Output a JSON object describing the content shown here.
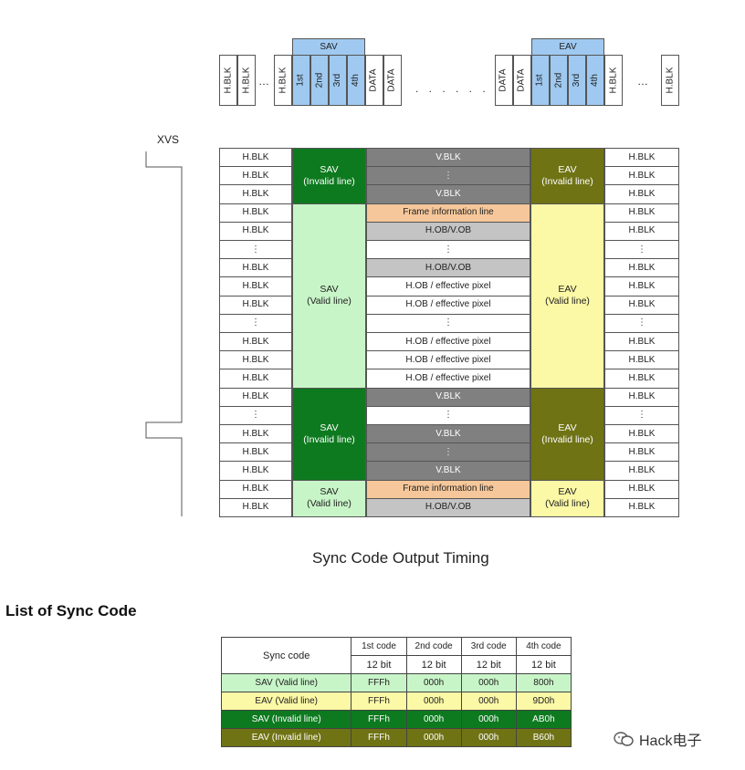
{
  "top_strip": {
    "sav_label": "SAV",
    "eav_label": "EAV",
    "left_cells": [
      "H.BLK",
      "H.BLK"
    ],
    "ellipsis": "…",
    "sav_seq": [
      "H.BLK",
      "1st",
      "2nd",
      "3rd",
      "4th",
      "DATA",
      "DATA"
    ],
    "mid_dots": ". . . . . . .",
    "eav_seq": [
      "DATA",
      "DATA",
      "1st",
      "2nd",
      "3rd",
      "4th",
      "H.BLK"
    ],
    "right_cells": [
      "H.BLK"
    ]
  },
  "xvs_label": "XVS",
  "grid": {
    "rows": [
      {
        "l": "H.BLK",
        "c": "V.BLK",
        "ct": "vblk",
        "r": "H.BLK"
      },
      {
        "l": "H.BLK",
        "c": "⋮",
        "ct": "vblk",
        "r": "H.BLK"
      },
      {
        "l": "H.BLK",
        "c": "V.BLK",
        "ct": "vblk",
        "r": "H.BLK"
      },
      {
        "l": "H.BLK",
        "c": "Frame information line",
        "ct": "frame",
        "r": "H.BLK"
      },
      {
        "l": "H.BLK",
        "c": "H.OB/V.OB",
        "ct": "hob",
        "r": "H.BLK"
      },
      {
        "l": "⋮",
        "c": "⋮",
        "ct": "white",
        "r": "⋮"
      },
      {
        "l": "H.BLK",
        "c": "H.OB/V.OB",
        "ct": "hob",
        "r": "H.BLK"
      },
      {
        "l": "H.BLK",
        "c": "H.OB / effective pixel",
        "ct": "white",
        "r": "H.BLK"
      },
      {
        "l": "H.BLK",
        "c": "H.OB / effective pixel",
        "ct": "white",
        "r": "H.BLK"
      },
      {
        "l": "⋮",
        "c": "⋮",
        "ct": "white",
        "r": "⋮"
      },
      {
        "l": "H.BLK",
        "c": "H.OB / effective pixel",
        "ct": "white",
        "r": "H.BLK"
      },
      {
        "l": "H.BLK",
        "c": "H.OB / effective pixel",
        "ct": "white",
        "r": "H.BLK"
      },
      {
        "l": "H.BLK",
        "c": "H.OB / effective pixel",
        "ct": "white",
        "r": "H.BLK"
      },
      {
        "l": "H.BLK",
        "c": "V.BLK",
        "ct": "vblk",
        "r": "H.BLK"
      },
      {
        "l": "⋮",
        "c": "⋮",
        "ct": "white",
        "r": "⋮"
      },
      {
        "l": "H.BLK",
        "c": "V.BLK",
        "ct": "vblk",
        "r": "H.BLK"
      },
      {
        "l": "H.BLK",
        "c": "⋮",
        "ct": "vblk",
        "r": "H.BLK"
      },
      {
        "l": "H.BLK",
        "c": "V.BLK",
        "ct": "vblk",
        "r": "H.BLK"
      },
      {
        "l": "H.BLK",
        "c": "Frame information line",
        "ct": "frame",
        "r": "H.BLK"
      },
      {
        "l": "H.BLK",
        "c": "H.OB/V.OB",
        "ct": "hob",
        "r": "H.BLK"
      }
    ],
    "sav_blocks": [
      {
        "text": "SAV\n(Invalid line)",
        "from": 0,
        "span": 3,
        "kind": "invalid"
      },
      {
        "text": "SAV\n(Valid line)",
        "from": 3,
        "span": 10,
        "kind": "valid"
      },
      {
        "text": "SAV\n(Invalid line)",
        "from": 13,
        "span": 5,
        "kind": "invalid"
      },
      {
        "text": "SAV\n(Valid line)",
        "from": 18,
        "span": 2,
        "kind": "valid"
      }
    ],
    "eav_blocks": [
      {
        "text": "EAV\n(Invalid line)",
        "from": 0,
        "span": 3,
        "kind": "invalid"
      },
      {
        "text": "EAV\n(Valid line)",
        "from": 3,
        "span": 10,
        "kind": "valid"
      },
      {
        "text": "EAV\n(Invalid line)",
        "from": 13,
        "span": 5,
        "kind": "invalid"
      },
      {
        "text": "EAV\n(Valid line)",
        "from": 18,
        "span": 2,
        "kind": "valid"
      }
    ]
  },
  "timing_title": "Sync Code Output Timing",
  "list_heading": "List of Sync Code",
  "sync_table": {
    "header_label": "Sync code",
    "code_headers": [
      "1st code",
      "2nd code",
      "3rd code",
      "4th code"
    ],
    "bit_labels": [
      "12 bit",
      "12 bit",
      "12 bit",
      "12 bit"
    ],
    "rows": [
      {
        "name": "SAV (Valid line)",
        "codes": [
          "FFFh",
          "000h",
          "000h",
          "800h"
        ],
        "kind": "sav_valid"
      },
      {
        "name": "EAV (Valid line)",
        "codes": [
          "FFFh",
          "000h",
          "000h",
          "9D0h"
        ],
        "kind": "eav_valid"
      },
      {
        "name": "SAV (Invalid line)",
        "codes": [
          "FFFh",
          "000h",
          "000h",
          "AB0h"
        ],
        "kind": "sav_invalid"
      },
      {
        "name": "EAV (Invalid line)",
        "codes": [
          "FFFh",
          "000h",
          "000h",
          "B60h"
        ],
        "kind": "eav_invalid"
      }
    ]
  },
  "watermark": "Hack电子",
  "colors": {
    "sav_header": "#9fc9f0",
    "sav_invalid": "#0d7a1f",
    "sav_valid": "#c8f5c8",
    "eav_invalid": "#6f7314",
    "eav_valid": "#fbf8a6",
    "vblk": "#808080",
    "frame": "#f6c79a",
    "hob": "#c4c4c4",
    "white": "#ffffff"
  }
}
